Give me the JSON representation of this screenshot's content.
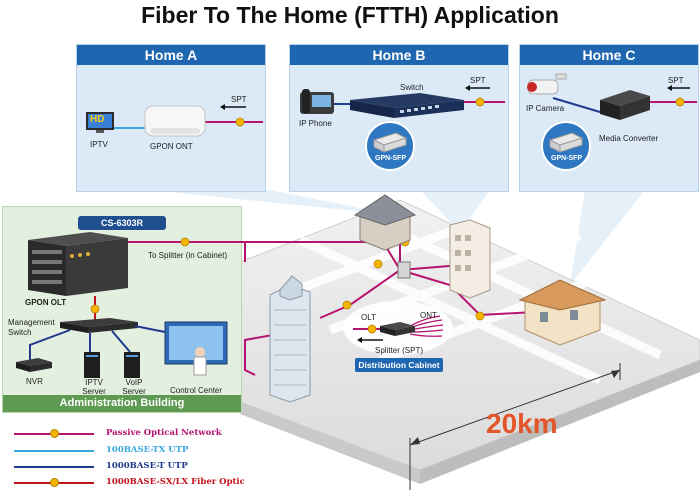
{
  "title": "Fiber To The Home (FTTH) Application",
  "homes": {
    "a": {
      "title": "Home A",
      "iptv": "IPTV",
      "ont": "GPON ONT",
      "spt": "SPT",
      "hd": "HD"
    },
    "b": {
      "title": "Home B",
      "phone": "IP Phone",
      "switch": "Switch",
      "spt": "SPT",
      "sfp": "GPN-SFP"
    },
    "c": {
      "title": "Home C",
      "camera": "IP Camera",
      "converter": "Media Converter",
      "spt": "SPT",
      "sfp": "GPN-SFP"
    }
  },
  "admin": {
    "device_tag": "CS-6303R",
    "olt": "GPON OLT",
    "splitter_label": "To Splitter (in Cabinet)",
    "mgmt_switch": "Management Switch",
    "nvr": "NVR",
    "iptv_server": "IPTV Server",
    "voip_server": "VoIP Server",
    "control_center": "Control Center",
    "footer": "Administration Building"
  },
  "cabinet": {
    "olt": "OLT",
    "ont": "ONT",
    "splitter": "Splitter (SPT)",
    "tag": "Distribution Cabinet"
  },
  "distance": "20km",
  "legend": [
    {
      "label": "Passive Optical Network",
      "color": "#b5136e"
    },
    {
      "label": "100BASE-TX UTP",
      "color": "#3ba7e0"
    },
    {
      "label": "1000BASE-T UTP",
      "color": "#1f3a8f"
    },
    {
      "label": "1000BASE-SX/LX Fiber Optic",
      "color": "#c4121a"
    }
  ],
  "colors": {
    "pon": "#b5136e",
    "panel_head": "#1f66b0",
    "admin_foot": "#5f9a52",
    "distance": "#e2562a"
  }
}
